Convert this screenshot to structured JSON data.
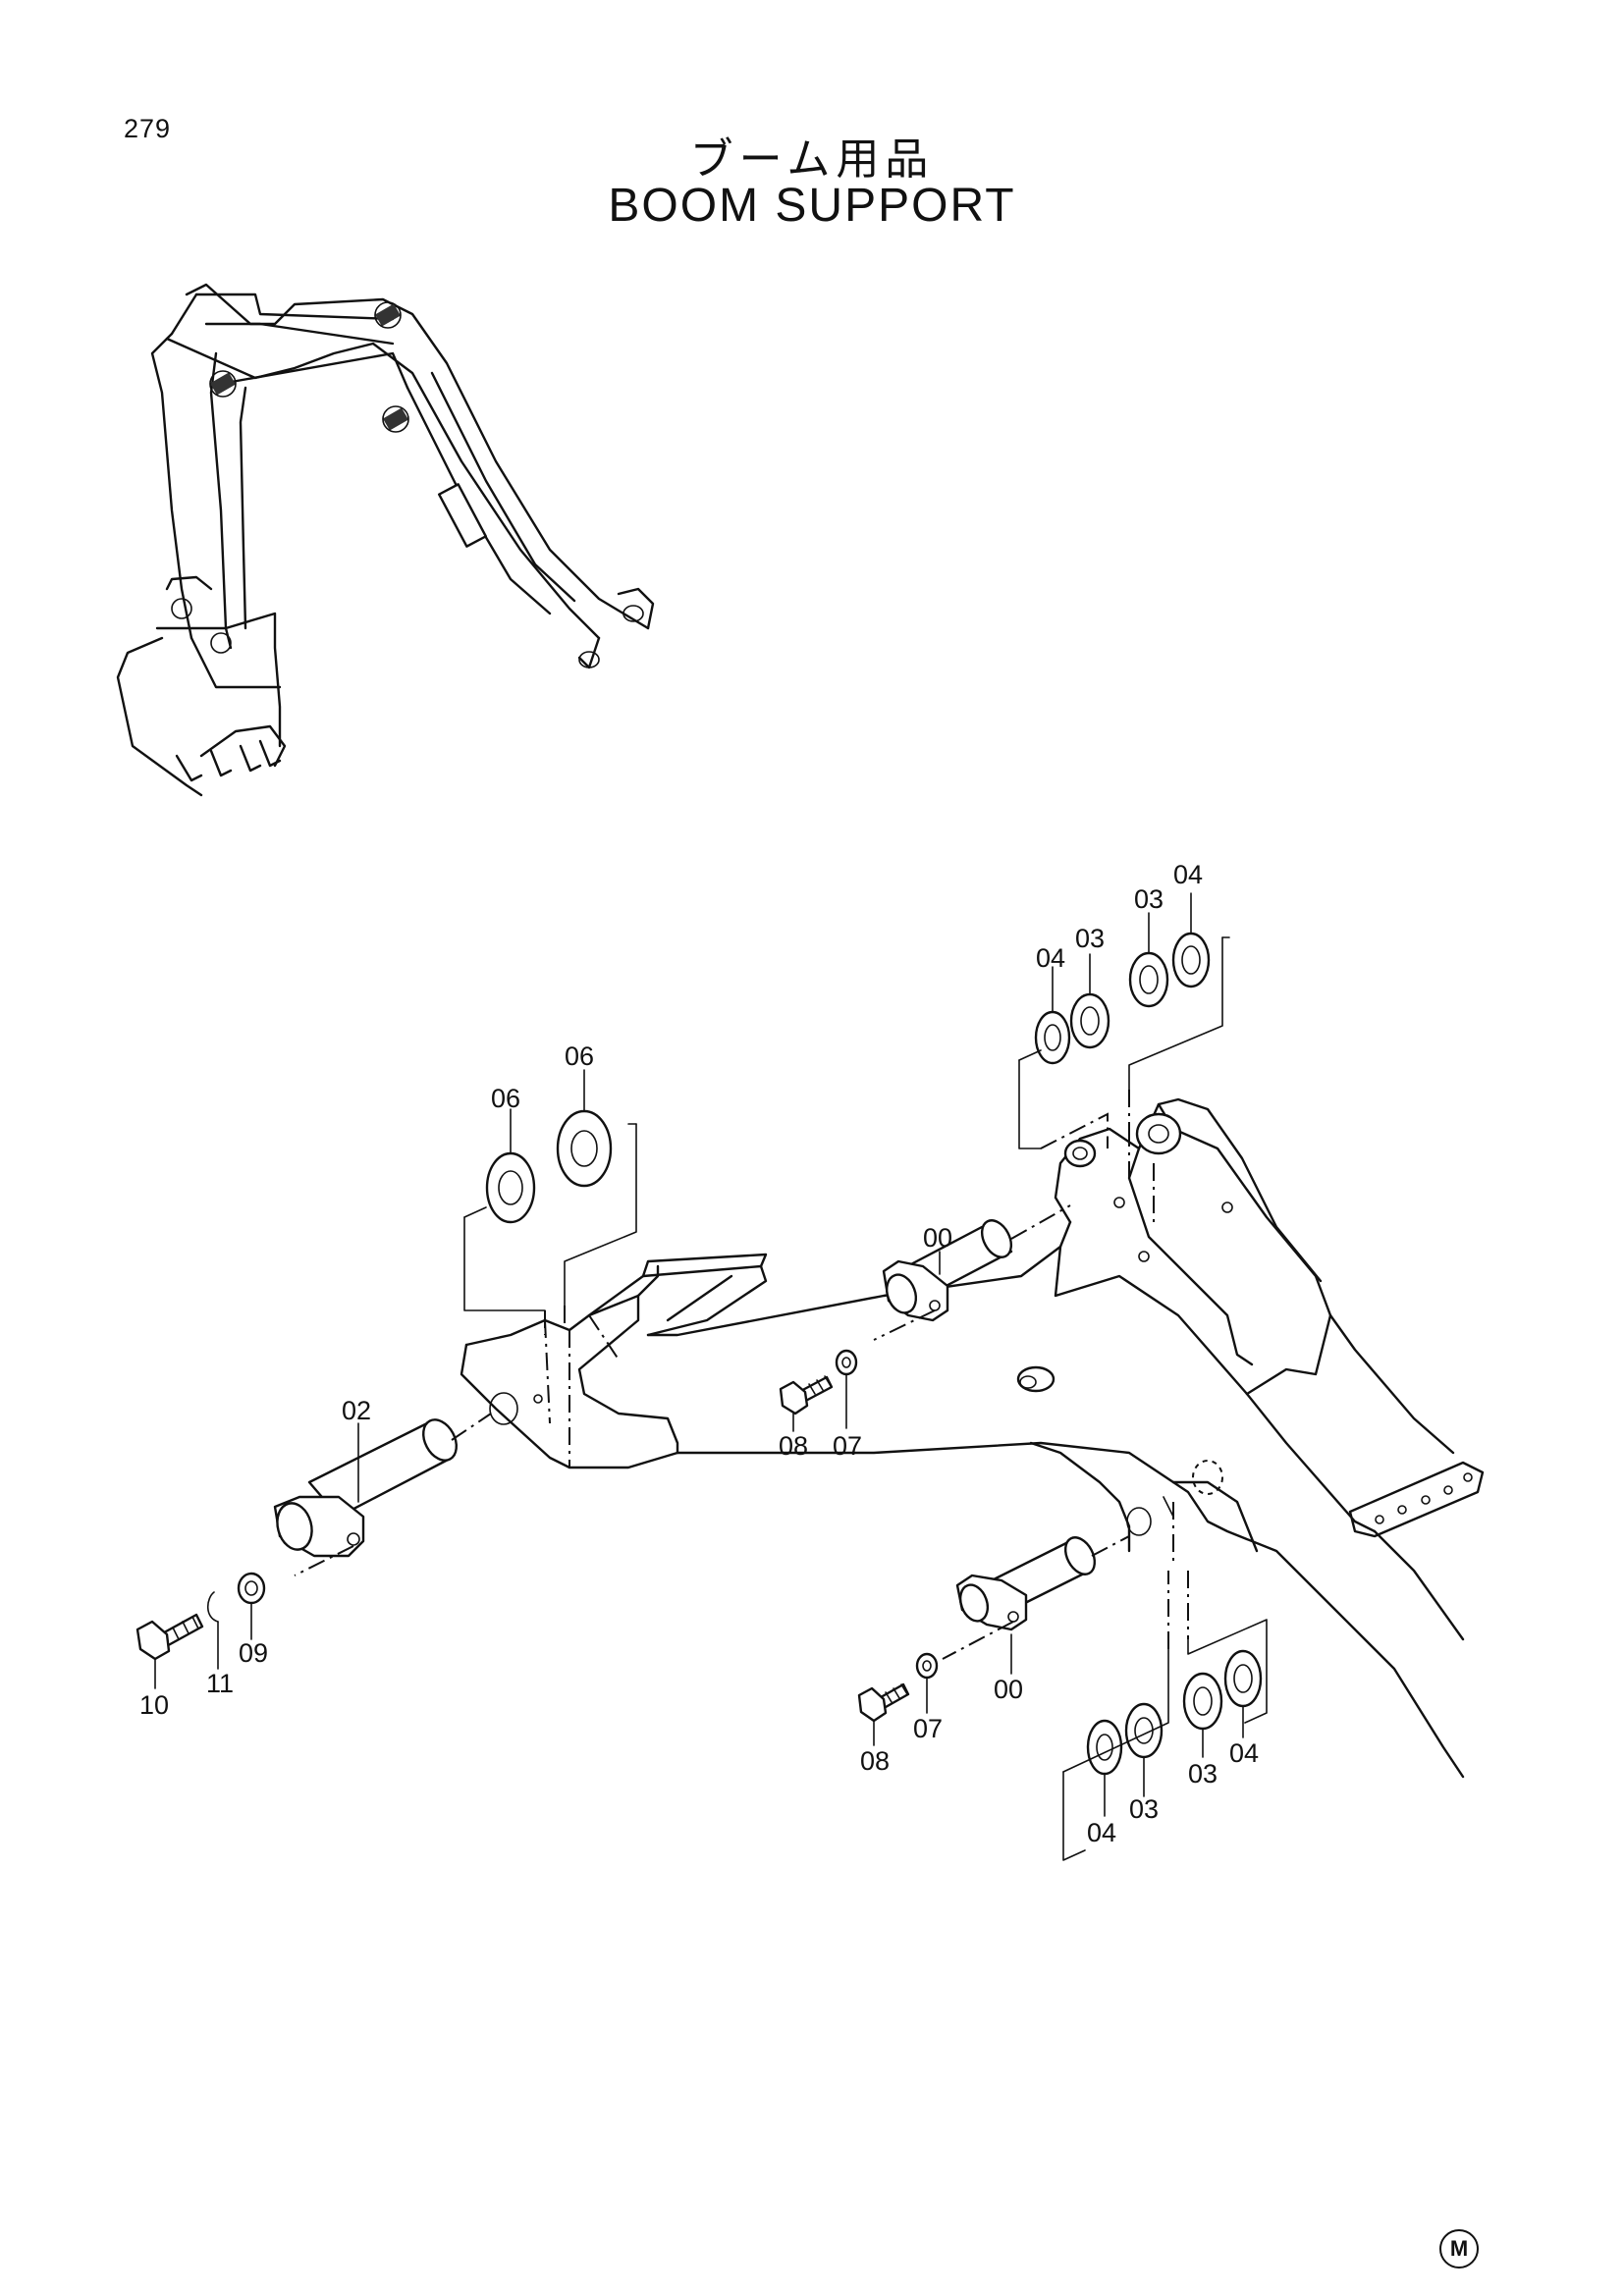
{
  "page_number": "279",
  "title_jp": "ブーム用品",
  "title_en": "BOOM SUPPORT",
  "mark": "M",
  "callouts": [
    "04",
    "03",
    "03",
    "04",
    "06",
    "06",
    "00",
    "02",
    "08",
    "07",
    "10",
    "11",
    "09",
    "08",
    "07",
    "00",
    "04",
    "03",
    "03",
    "04"
  ]
}
